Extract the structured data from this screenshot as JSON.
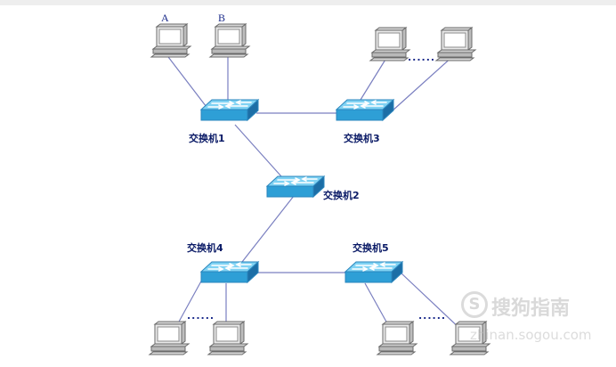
{
  "pc_labels": [
    "A",
    "B"
  ],
  "switch_labels": {
    "s1": "交换机1",
    "s2": "交换机2",
    "s3": "交换机3",
    "s4": "交换机4",
    "s5": "交换机5"
  },
  "ellipsis": "......",
  "watermark": {
    "brand": "搜狗指南",
    "url": "zhinan.sogou.com",
    "symbol": "S"
  },
  "colors": {
    "switch_top": "#3fb6e6",
    "switch_side": "#1e7fb8",
    "link": "#7a7fc0",
    "label": "#0a1a66"
  }
}
